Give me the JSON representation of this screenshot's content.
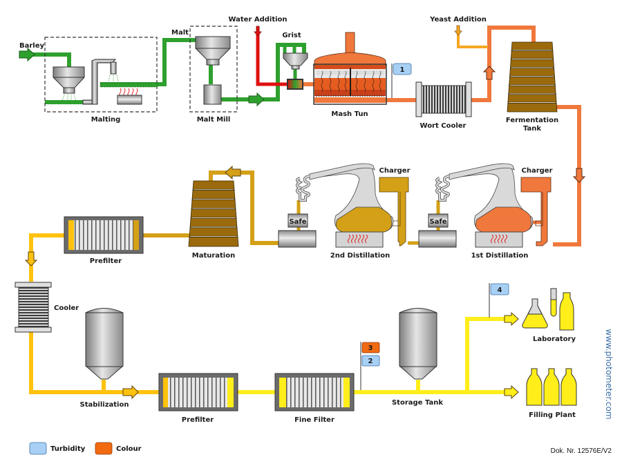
{
  "labels": {
    "barley": "Barley",
    "malt": "Malt",
    "malting": "Malting",
    "malt_mill": "Malt Mill",
    "water_addition": "Water Addition",
    "grist": "Grist",
    "mash_tun": "Mash Tun",
    "wort_cooler": "Wort Cooler",
    "yeast_addition": "Yeast Addition",
    "fermentation_tank_line1": "Fermentation",
    "fermentation_tank_line2": "Tank",
    "charger_2": "Charger",
    "charger_1": "Charger",
    "safe_2": "Safe",
    "safe_1": "Safe",
    "distillation_2": "2nd Distillation",
    "distillation_1": "1st Distillation",
    "maturation": "Maturation",
    "prefilter_top": "Prefilter",
    "cooler": "Cooler",
    "stabilization": "Stabilization",
    "prefilter_bottom": "Prefilter",
    "fine_filter": "Fine Filter",
    "storage_tank": "Storage Tank",
    "laboratory": "Laboratory",
    "filling_plant": "Filling Plant"
  },
  "measurement_points": [
    {
      "id": "1",
      "type": "turbidity",
      "location": "after Mash Tun"
    },
    {
      "id": "2",
      "type": "turbidity",
      "location": "after Fine Filter"
    },
    {
      "id": "3",
      "type": "colour",
      "location": "after Fine Filter"
    },
    {
      "id": "4",
      "type": "turbidity",
      "location": "Laboratory line"
    }
  ],
  "legend": {
    "turbidity": "Turbidity",
    "colour": "Colour"
  },
  "footer": {
    "doc_number": "Dok. Nr. 12576E/V2",
    "website": "www.photometer.com"
  },
  "colors": {
    "turbidity": "#a8d0f5",
    "colour": "#f26a10",
    "green_line": "#2ea02e",
    "water_line": "#e01010",
    "wort_line": "#f0783c",
    "yeast_line": "#f5a623",
    "spirit_line": "#d4a017",
    "product_line": "#ffc20e",
    "final_line": "#ffee1a",
    "wood": "#9a6a0c"
  }
}
